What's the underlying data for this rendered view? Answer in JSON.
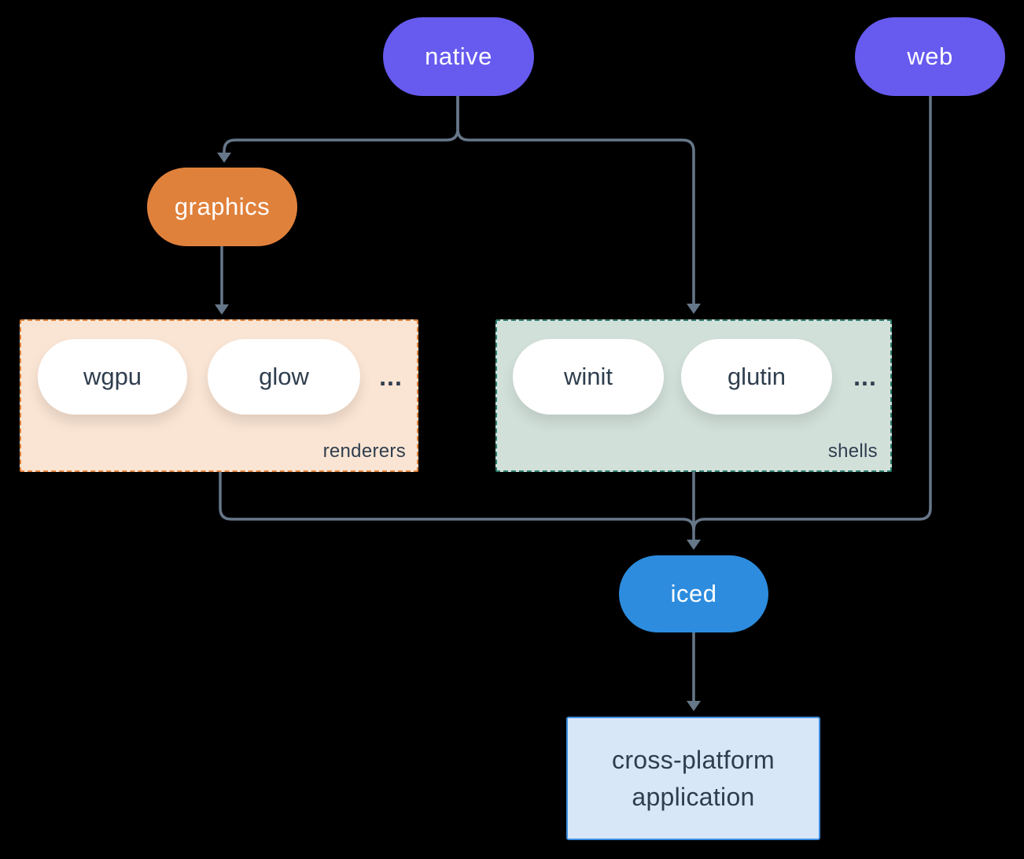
{
  "nodes": {
    "native": {
      "label": "native",
      "color": "#675aef"
    },
    "web": {
      "label": "web",
      "color": "#675aef"
    },
    "graphics": {
      "label": "graphics",
      "color": "#e0813b"
    },
    "renderers": {
      "label": "renderers",
      "pills": [
        "wgpu",
        "glow"
      ],
      "more": "...",
      "fill": "#fae4d3",
      "border": "#e0823c"
    },
    "shells": {
      "label": "shells",
      "pills": [
        "winit",
        "glutin"
      ],
      "more": "...",
      "fill": "#d2e0da",
      "border": "#2d7d6e"
    },
    "iced": {
      "label": "iced",
      "color": "#2d8cde"
    },
    "application": {
      "line1": "cross-platform",
      "line2": "application",
      "fill": "#d7e7f8",
      "border": "#3f8fe2"
    }
  },
  "edges": [
    {
      "from": "native",
      "to": "graphics"
    },
    {
      "from": "native",
      "to": "shells"
    },
    {
      "from": "graphics",
      "to": "renderers"
    },
    {
      "from": "renderers",
      "to": "iced"
    },
    {
      "from": "shells",
      "to": "iced"
    },
    {
      "from": "web",
      "to": "iced"
    },
    {
      "from": "iced",
      "to": "application"
    }
  ],
  "colors": {
    "background": "#000000",
    "edge": "#667789",
    "dark_text": "#2f3e4e",
    "pill_text": "#ffffff"
  }
}
